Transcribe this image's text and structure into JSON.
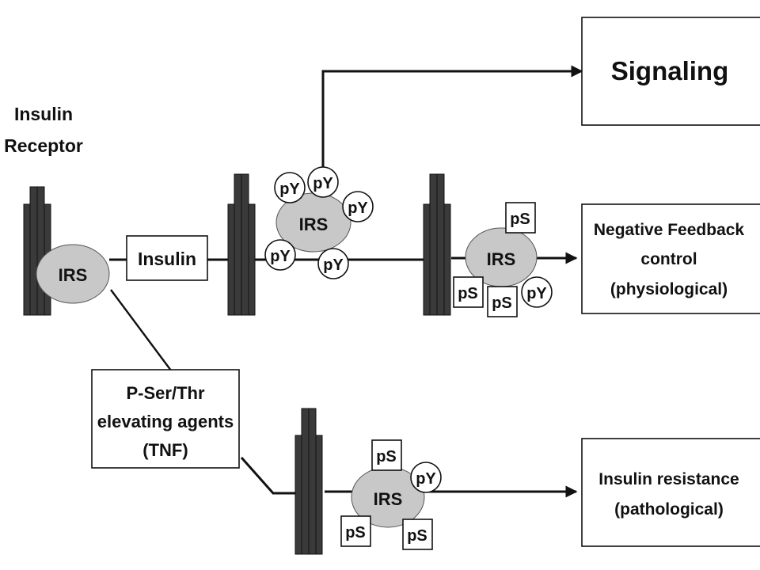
{
  "labels": {
    "insulin_receptor_line1": "Insulin",
    "insulin_receptor_line2": "Receptor",
    "insulin": "Insulin",
    "irs": "IRS",
    "pser_line1": "P-Ser/Thr",
    "pser_line2": "elevating agents",
    "pser_line3": "(TNF)",
    "signaling": "Signaling",
    "neg_line1": "Negative Feedback",
    "neg_line2": "control",
    "neg_line3": "(physiological)",
    "res_line1": "Insulin resistance",
    "res_line2": "(pathological)",
    "py": "pY",
    "ps": "pS"
  },
  "colors": {
    "receptor": "#3a3a3a",
    "irs_fill": "#c8c8c8",
    "line": "#111111"
  }
}
